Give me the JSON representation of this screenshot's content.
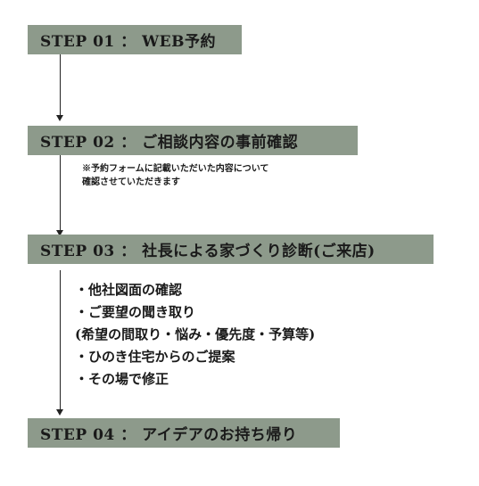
{
  "steps": [
    {
      "label": "STEP 01 ： WEB予約"
    },
    {
      "label": "STEP 02 ： ご相談内容の事前確認"
    },
    {
      "label": "STEP 03 ： 社長による家づくり診断(ご来店)"
    },
    {
      "label": "STEP 04 ： アイデアのお持ち帰り"
    }
  ],
  "step2_note": [
    "※予約フォームに記載いただいた内容について",
    "確認させていただきます"
  ],
  "step3_items": [
    "・他社図面の確認",
    "・ご要望の聞き取り",
    " (希望の間取り・悩み・優先度・予算等)",
    "・ひのき住宅からのご提案",
    "・その場で修正"
  ],
  "colors": {
    "box": "#8d9a8b",
    "text": "#1a1a1a",
    "line": "#222222"
  },
  "icons": [
    "arrow-down-icon"
  ]
}
